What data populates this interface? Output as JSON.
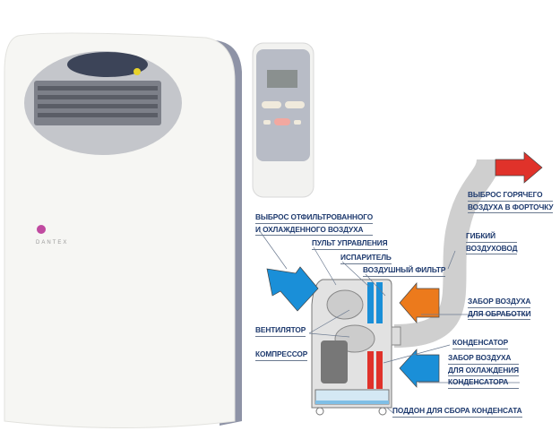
{
  "brand": "DANTEX",
  "labels": {
    "hot_exhaust": [
      "ВЫБРОС ГОРЯЧЕГО",
      "ВОЗДУХА В ФОРТОЧКУ"
    ],
    "cool_exhaust": [
      "ВЫБРОС ОТФИЛЬТРОВАННОГО",
      "И ОХЛАЖДЕННОГО ВОЗДУХА"
    ],
    "duct": [
      "ГИБКИЙ",
      "ВОЗДУХОВОД"
    ],
    "control_panel": "ПУЛЬТ УПРАВЛЕНИЯ",
    "evaporator": "ИСПАРИТЕЛЬ",
    "air_filter": "ВОЗДУШНЫЙ ФИЛЬТР",
    "intake_process": [
      "ЗАБОР ВОЗДУХА",
      "ДЛЯ ОБРАБОТКИ"
    ],
    "fan": "ВЕНТИЛЯТОР",
    "condenser": "КОНДЕНСАТОР",
    "compressor": "КОМПРЕССОР",
    "intake_condenser": [
      "ЗАБОР ВОЗДУХА",
      "ДЛЯ ОХЛАЖДЕНИЯ",
      "КОНДЕНСАТОРА"
    ],
    "drain_pan": "ПОДДОН ДЛЯ СБОРА КОНДЕНСАТА"
  },
  "colors": {
    "hot": "#e0322a",
    "cold": "#1a8fd8",
    "intake": "#ec7a1c",
    "label": "#1e3a6e"
  }
}
